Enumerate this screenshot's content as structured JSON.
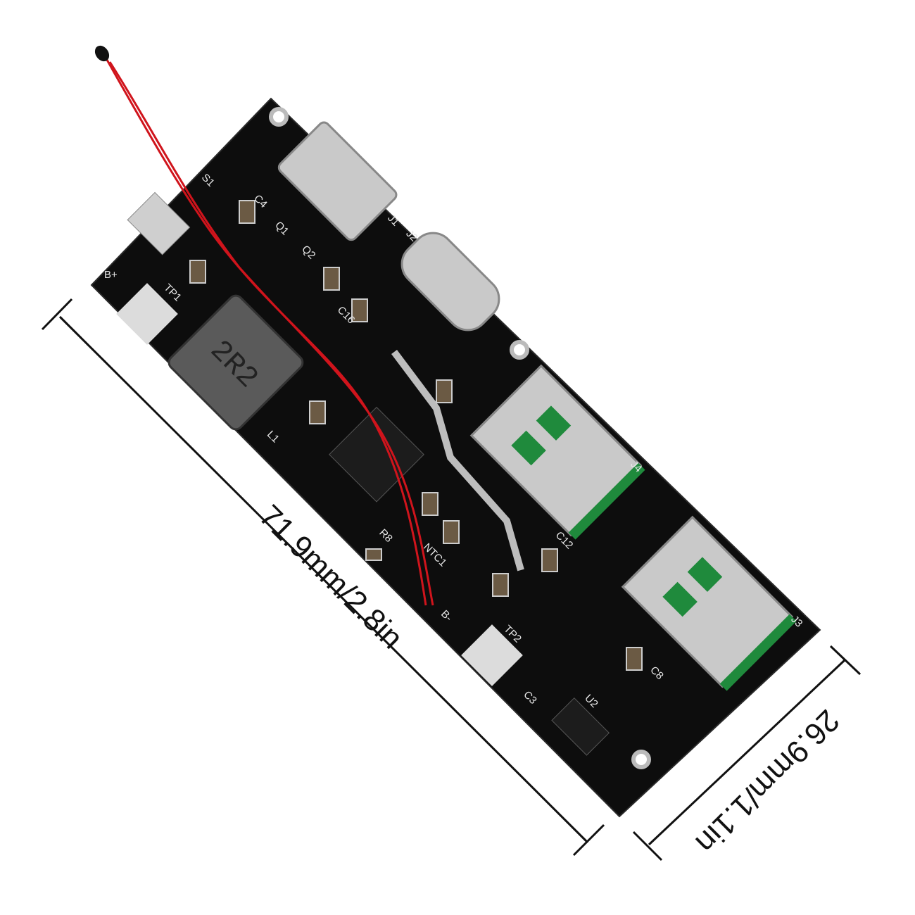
{
  "dimensions": {
    "length_label": "71.9mm/2.8in",
    "width_label": "26.9mm/1.1in"
  },
  "board_labels": {
    "b_plus": "B+",
    "b_minus": "B-",
    "tp1": "TP1",
    "tp2": "TP2",
    "s1": "S1",
    "l1": "L1",
    "j1": "J1",
    "j2": "J2",
    "j3": "J3",
    "j4": "J4",
    "u2": "U2",
    "ntc1": "NTC1",
    "inductor_marking": "2R2",
    "c4": "C4",
    "q1": "Q1",
    "q2": "Q2",
    "c16": "C16",
    "c12": "C12",
    "c8": "C8",
    "c3": "C3",
    "r8": "R8"
  },
  "colors": {
    "pcb": "#0d0d0d",
    "wire": "#d0141c",
    "usb_insulator": "#1f8a3c",
    "metal": "#c9c9c9"
  }
}
